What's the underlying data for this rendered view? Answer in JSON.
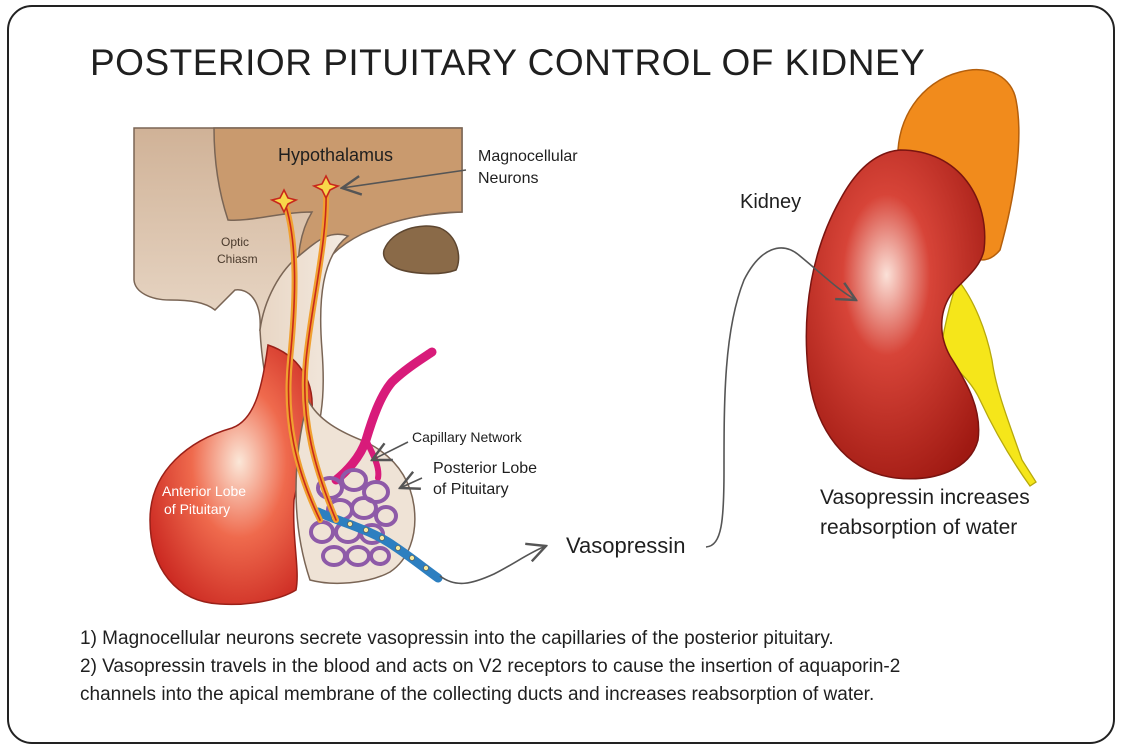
{
  "title": "POSTERIOR PITUITARY CONTROL OF KIDNEY",
  "labels": {
    "hypothalamus": "Hypothalamus",
    "magnocellular_line1": "Magnocellular",
    "magnocellular_line2": "Neurons",
    "optic_line1": "Optic",
    "optic_line2": "Chiasm",
    "capillary": "Capillary Network",
    "posterior_line1": "Posterior Lobe",
    "posterior_line2": "of Pituitary",
    "anterior_line1": "Anterior Lobe",
    "anterior_line2": "of Pituitary",
    "vasopressin": "Vasopressin",
    "kidney": "Kidney",
    "effect_line1": "Vasopressin increases",
    "effect_line2": "reabsorption of water"
  },
  "caption": {
    "line1": "1) Magnocellular neurons secrete vasopressin into the capillaries of the posterior pituitary.",
    "line2": "2) Vasopressin travels in the blood and acts on V2 receptors to cause the insertion of aquaporin-2",
    "line3": "channels into the apical membrane of the collecting ducts and increases reabsorption of water."
  },
  "colors": {
    "hypothalamus": "#c9986c",
    "brain_tissue": "#e4d2c1",
    "anterior_lobe": "#e23a2c",
    "kidney": "#c8241d",
    "adrenal": "#f18b1c",
    "ureter": "#f5e61a",
    "artery": "#d81b7a",
    "capillary": "#8e5aa8",
    "vein": "#2d7fc0",
    "neuron": "#f0a030"
  }
}
